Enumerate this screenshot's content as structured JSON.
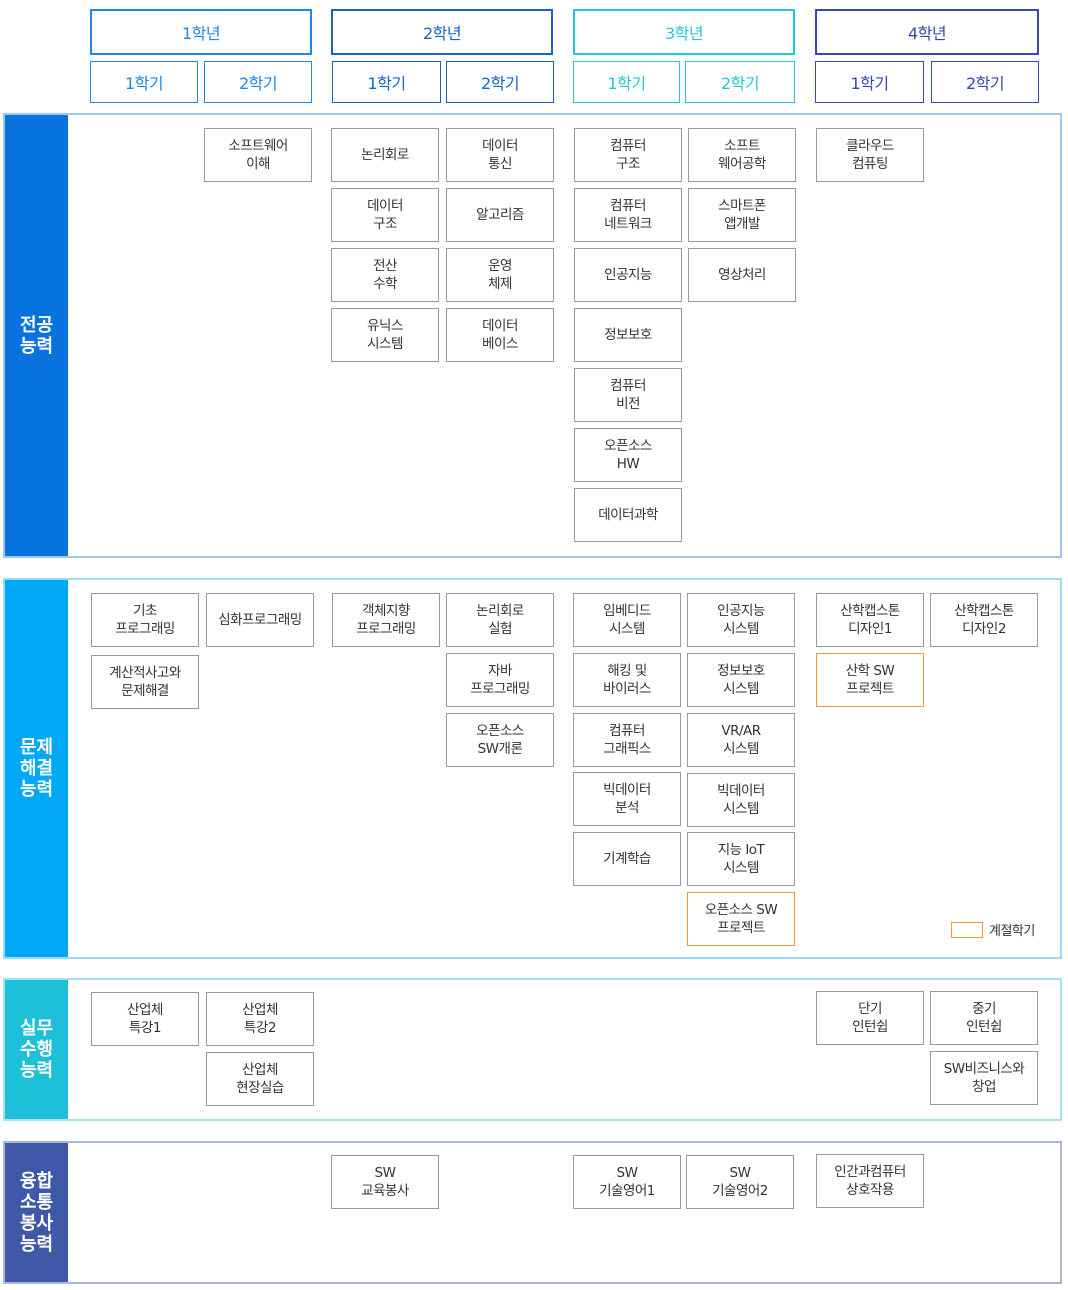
{
  "colors": {
    "year1": "#1e88e5",
    "year2": "#1565c0",
    "year3": "#26c6da",
    "year4": "#3949ab",
    "major": "#0873de",
    "problem": "#00a8f5",
    "practice": "#1ebfd9",
    "fusion": "#3f58a8",
    "course_border": "#9a9a9a",
    "seasonal_border": "#f29b30"
  },
  "years": [
    {
      "label": "1학년",
      "sem1": "1학기",
      "sem2": "2학기"
    },
    {
      "label": "2학년",
      "sem1": "1학기",
      "sem2": "2학기"
    },
    {
      "label": "3학년",
      "sem1": "1학기",
      "sem2": "2학기"
    },
    {
      "label": "4학년",
      "sem1": "1학기",
      "sem2": "2학기"
    }
  ],
  "sections": [
    {
      "label": "전공\n능력",
      "courses": [
        {
          "text": "소프트웨어\n이해"
        },
        {
          "text": "논리회로"
        },
        {
          "text": "데이터\n구조"
        },
        {
          "text": "전산\n수학"
        },
        {
          "text": "유닉스\n시스템"
        },
        {
          "text": "데이터\n통신"
        },
        {
          "text": "알고리즘"
        },
        {
          "text": "운영\n체제"
        },
        {
          "text": "데이터\n베이스"
        },
        {
          "text": "컴퓨터\n구조"
        },
        {
          "text": "컴퓨터\n네트워크"
        },
        {
          "text": "인공지능"
        },
        {
          "text": "정보보호"
        },
        {
          "text": "컴퓨터\n비전"
        },
        {
          "text": "오픈소스\nHW"
        },
        {
          "text": "데이터과학"
        },
        {
          "text": "소프트\n웨어공학"
        },
        {
          "text": "스마트폰\n앱개발"
        },
        {
          "text": "영상처리"
        },
        {
          "text": "클라우드\n컴퓨팅"
        }
      ]
    },
    {
      "label": "문제\n해결\n능력",
      "courses": [
        {
          "text": "기초\n프로그래밍"
        },
        {
          "text": "계산적사고와\n문제해결"
        },
        {
          "text": "심화프로그래밍"
        },
        {
          "text": "객체지향\n프로그래밍"
        },
        {
          "text": "논리회로\n실험"
        },
        {
          "text": "자바\n프로그래밍"
        },
        {
          "text": "오픈소스\nSW개론"
        },
        {
          "text": "임베디드\n시스템"
        },
        {
          "text": "해킹 및\n바이러스"
        },
        {
          "text": "컴퓨터\n그래픽스"
        },
        {
          "text": "빅데이터\n분석"
        },
        {
          "text": "기계학습"
        },
        {
          "text": "인공지능\n시스템"
        },
        {
          "text": "정보보호\n시스템"
        },
        {
          "text": "VR/AR\n시스템"
        },
        {
          "text": "빅데이터\n시스템"
        },
        {
          "text": "지능 IoT\n시스템"
        },
        {
          "text": "오픈소스 SW\n프로젝트"
        },
        {
          "text": "산학캡스톤\n디자인1"
        },
        {
          "text": "산학 SW\n프로젝트"
        },
        {
          "text": "산학캡스톤\n디자인2"
        }
      ],
      "legend": "계절학기"
    },
    {
      "label": "실무\n수행\n능력",
      "courses": [
        {
          "text": "산업체\n특강1"
        },
        {
          "text": "산업체\n특강2"
        },
        {
          "text": "산업체\n현장실습"
        },
        {
          "text": "단기\n인턴쉽"
        },
        {
          "text": "중기\n인턴쉽"
        },
        {
          "text": "SW비즈니스와\n창업"
        }
      ]
    },
    {
      "label": "융합\n소통\n봉사\n능력",
      "courses": [
        {
          "text": "SW\n교육봉사"
        },
        {
          "text": "SW\n기술영어1"
        },
        {
          "text": "SW\n기술영어2"
        },
        {
          "text": "인간과컴퓨터\n상호작용"
        }
      ]
    }
  ]
}
